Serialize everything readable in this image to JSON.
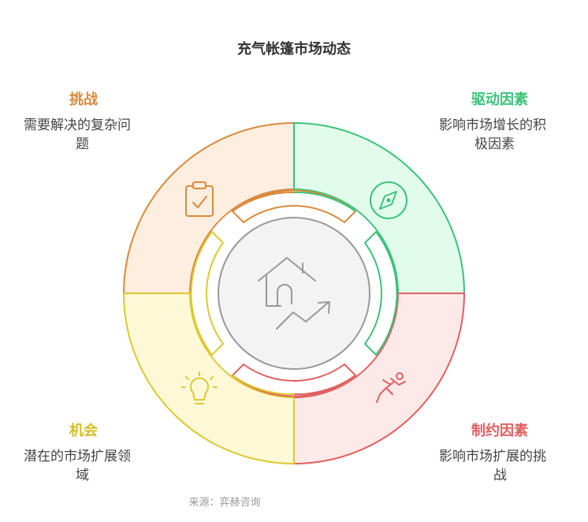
{
  "title": "充气帐篷市场动态",
  "source": "来源：弈赫咨询",
  "quadrants": {
    "challenges": {
      "title": "挑战",
      "desc_line1": "需要解决的复杂问",
      "desc_line2": "题",
      "color": "#d98a3c",
      "fill": "#fdeee0",
      "icon": "clipboard-check-icon"
    },
    "drivers": {
      "title": "驱动因素",
      "desc_line1": "影响市场增长的积",
      "desc_line2": "极因素",
      "color": "#3cc27a",
      "fill": "#e2fcec",
      "icon": "compass-icon"
    },
    "restraints": {
      "title": "制约因素",
      "desc_line1": "影响市场扩展的挑",
      "desc_line2": "战",
      "color": "#e06060",
      "fill": "#fde9e8",
      "icon": "falling-person-icon"
    },
    "opportunities": {
      "title": "机会",
      "desc_line1": "潜在的市场扩展领",
      "desc_line2": "域",
      "color": "#ddc832",
      "fill": "#fdf8d6",
      "icon": "lightbulb-icon"
    }
  },
  "center": {
    "icon": "house-growth-icon",
    "fill": "#f3f3f3",
    "stroke": "#999999"
  }
}
